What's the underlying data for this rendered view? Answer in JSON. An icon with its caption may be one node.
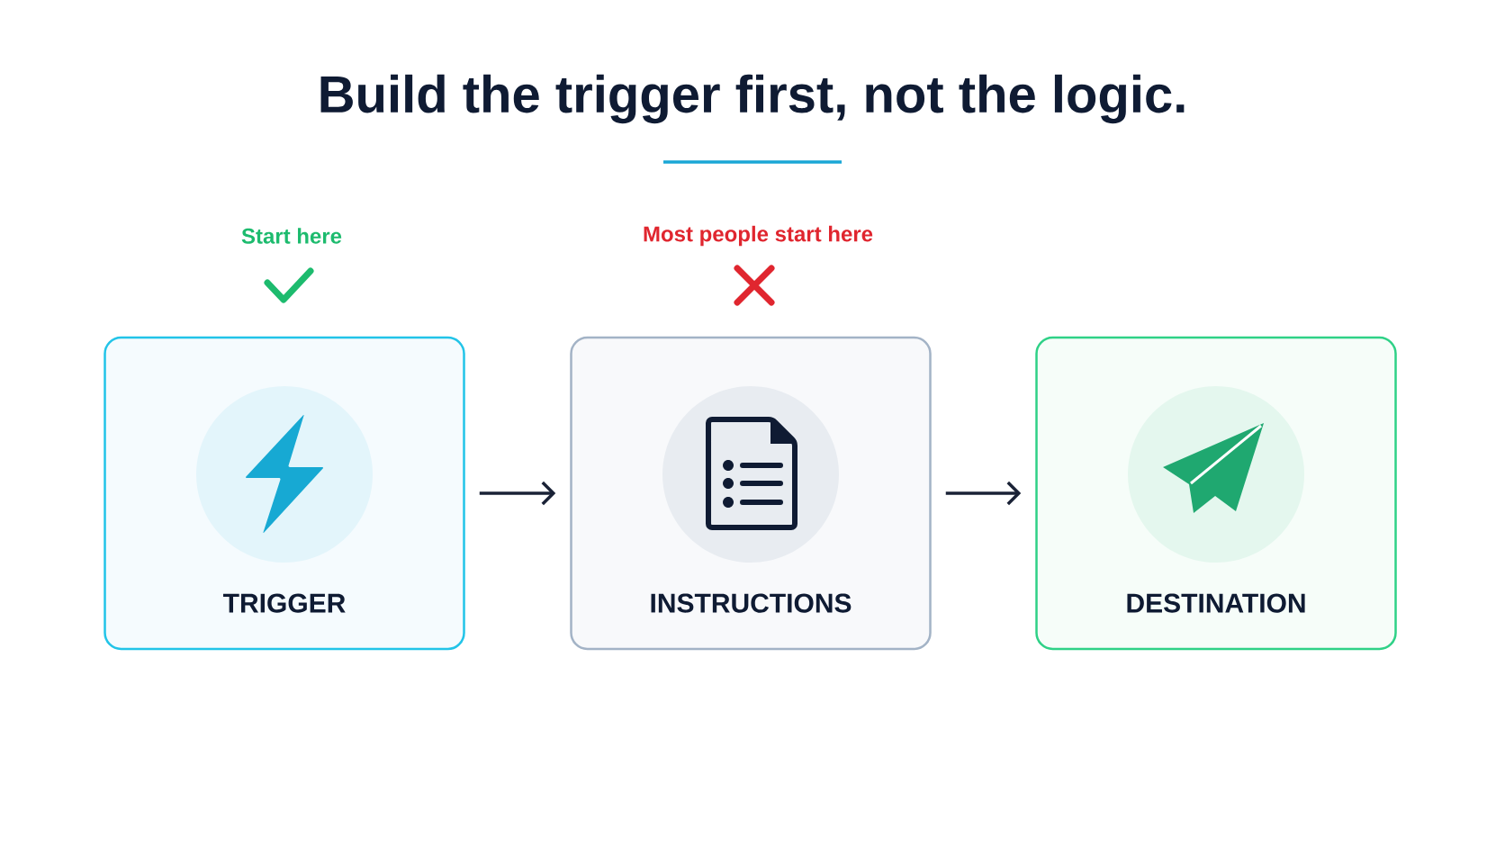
{
  "diagram": {
    "title": "Build the trigger first, not the logic.",
    "nodes": [
      {
        "text": [
          "TRIGGER"
        ],
        "beside": [
          "Start here"
        ]
      },
      {
        "text": [
          "INSTRUCTIONS"
        ],
        "beside": [
          "Most people start here"
        ]
      },
      {
        "text": [
          "DESTINATION"
        ]
      }
    ],
    "edges": [
      {
        "from": 0,
        "to": 1,
        "arrow": "to"
      },
      {
        "from": 1,
        "to": 2,
        "arrow": "to"
      }
    ]
  }
}
